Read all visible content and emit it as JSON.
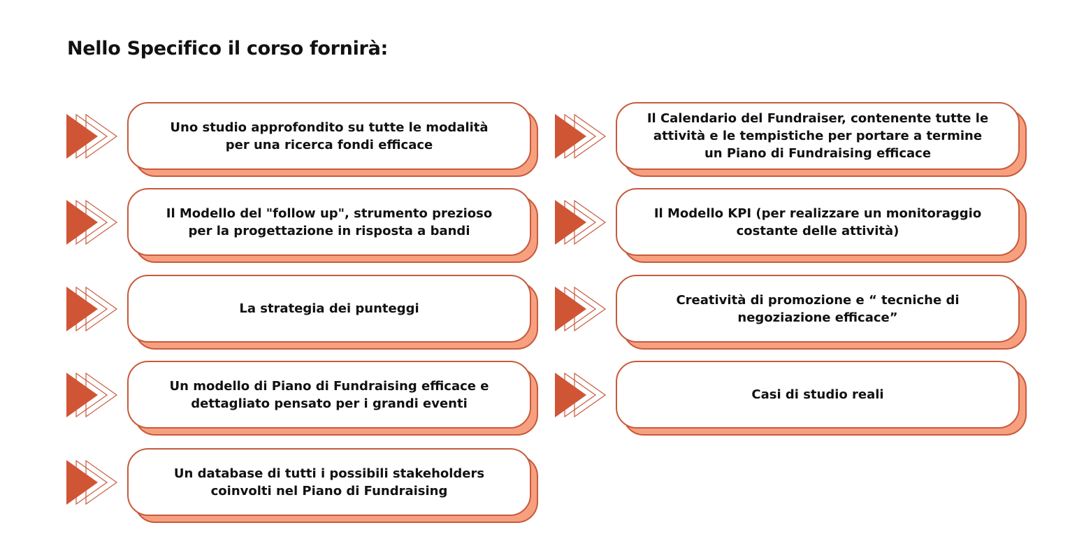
{
  "title": "Nello Specifico il corso fornirà:",
  "colors": {
    "accent": "#d05535",
    "shadow": "#f7a07f",
    "border": "#c85a3c"
  },
  "items": [
    {
      "text": "Uno studio approfondito su tutte le modalità per una ricerca fondi efficace"
    },
    {
      "text": "Il Modello del \"follow up\", strumento prezioso per la progettazione in risposta a bandi"
    },
    {
      "text": "La strategia dei punteggi"
    },
    {
      "text": "Un modello di Piano di Fundraising efficace e dettagliato pensato per i grandi eventi"
    },
    {
      "text": "Un database di tutti i possibili stakeholders coinvolti nel Piano di Fundraising"
    },
    {
      "text": "Il Calendario del Fundraiser, contenente tutte le attività e le tempistiche per portare a termine un Piano di Fundraising efficace"
    },
    {
      "text": "Il Modello KPI (per realizzare un monitoraggio costante delle attività)"
    },
    {
      "text": "Creatività di promozione e “ tecniche di negoziazione efficace”"
    },
    {
      "text": "Casi di studio reali"
    }
  ]
}
